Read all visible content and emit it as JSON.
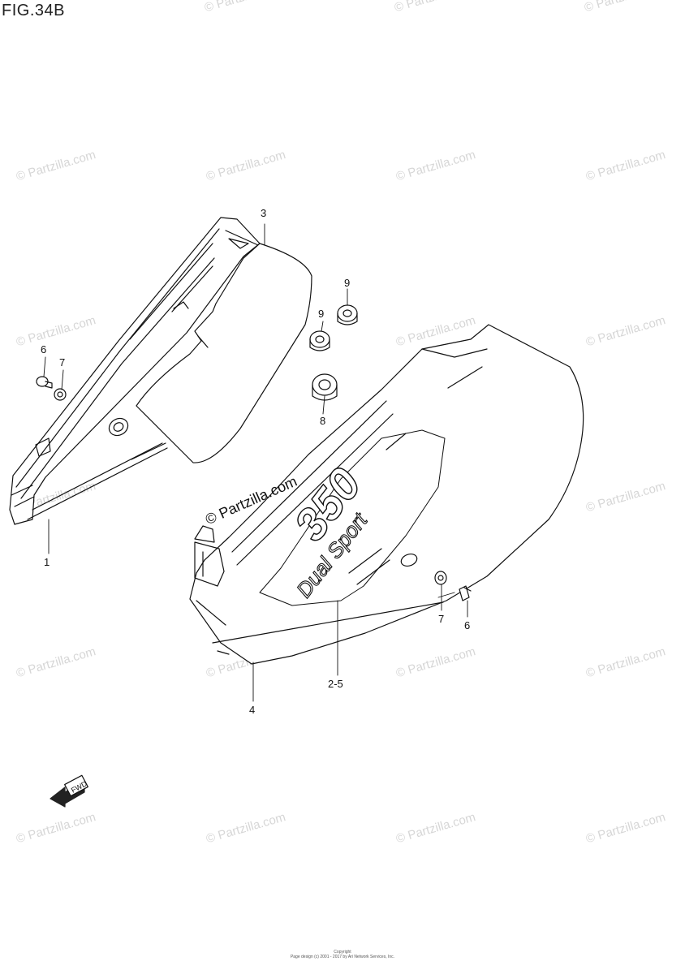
{
  "figure": {
    "title": "FIG.34B",
    "watermark": "© Partzilla.com",
    "stamp": "© Partzilla.com",
    "copyright": [
      "Copyright",
      "Page design (c) 2001 - 2017 by Ari Network Services, Inc."
    ]
  },
  "callouts": {
    "c1": "1",
    "c3": "3",
    "c4": "4",
    "c25": "2-5",
    "c6a": "6",
    "c7a": "7",
    "c6b": "6",
    "c7b": "7",
    "c8": "8",
    "c9a": "9",
    "c9b": "9"
  },
  "fwd_label": "FWD",
  "decal": {
    "number": "350",
    "script": "Dual Sport"
  }
}
